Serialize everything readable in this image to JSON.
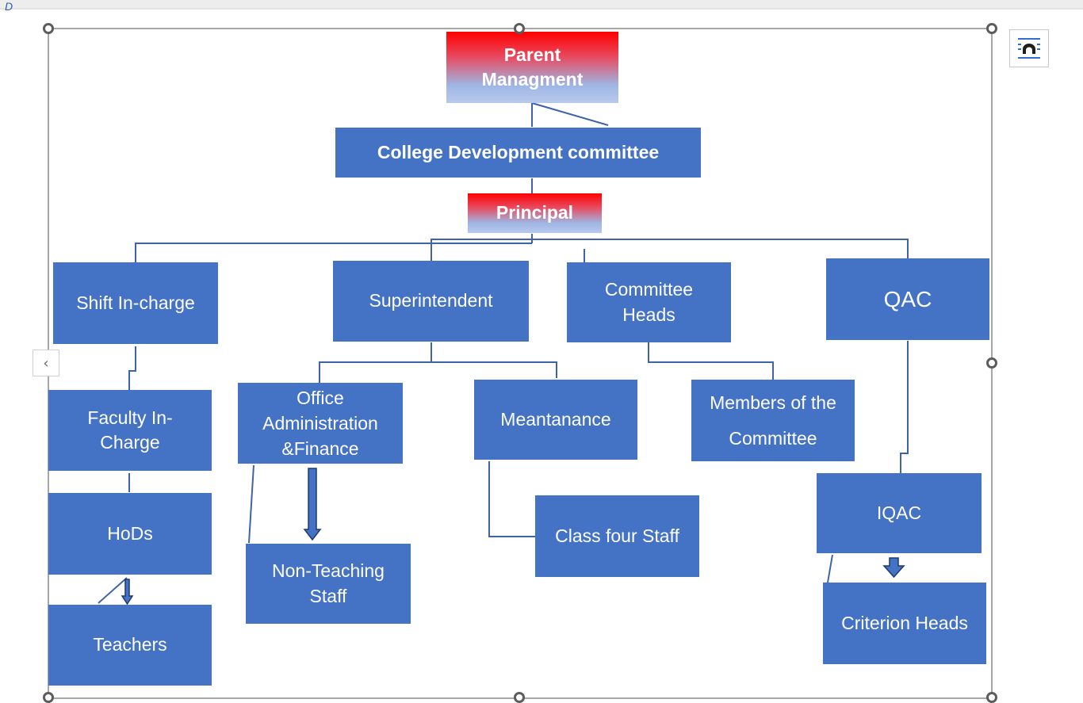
{
  "org_chart": {
    "top": "Parent Managment",
    "cdc": "College Development committee",
    "principal": "Principal",
    "shift_incharge": "Shift In-charge",
    "superintendent": "Superintendent",
    "committee_heads": "Committee Heads",
    "qac": "QAC",
    "faculty_incharge": "Faculty In-Charge",
    "hods": "HoDs",
    "teachers": "Teachers",
    "office_admin": "Office Administration &Finance",
    "non_teaching": "Non-Teaching Staff",
    "maintenance": "Meantanance",
    "class_four": "Class four Staff",
    "members": "Members of the Committee",
    "iqac": "IQAC",
    "criterion_heads": "Criterion Heads"
  },
  "colors": {
    "box_fill": "#4472c4",
    "gradient_top": "#ff0000",
    "gradient_bottom": "#b8c9ec",
    "connector": "#3f63a8"
  },
  "icons": {
    "layout_options": "layout-options-icon",
    "collapse": "chevron-left-icon"
  },
  "collapse_glyph": "‹"
}
